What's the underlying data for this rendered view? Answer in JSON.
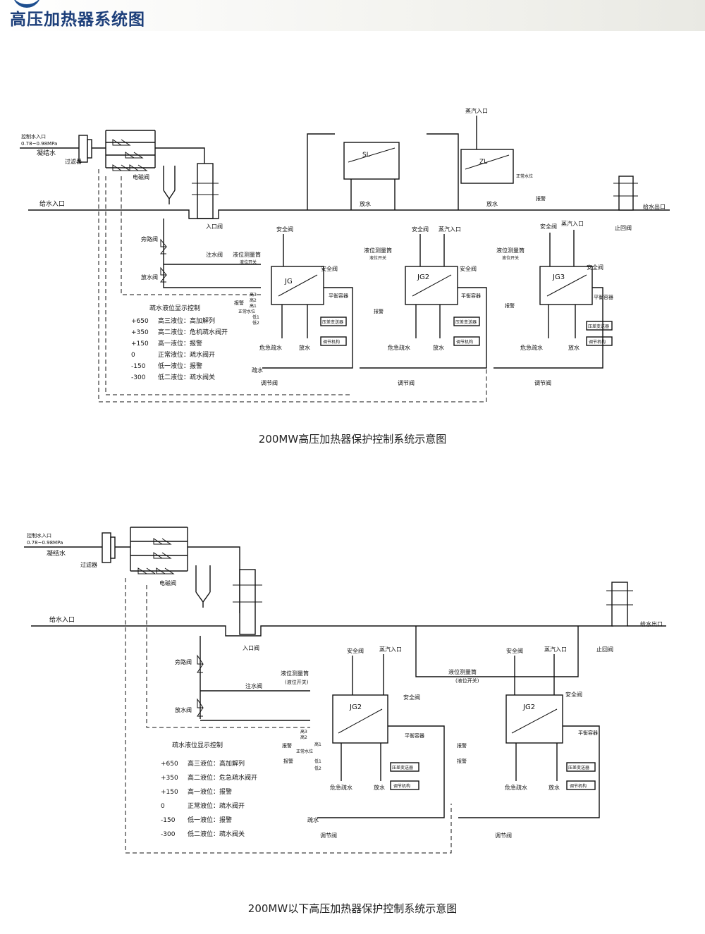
{
  "page_title": "高压加热器系统图",
  "diagram1": {
    "caption": "200MW高压加热器保护控制系统示意图",
    "heaters": [
      "JG",
      "JG2",
      "JG3"
    ],
    "coolers": [
      "SL",
      "ZL"
    ],
    "labels": {
      "source": "控制水入口",
      "pressure": "0.78~0.98MPa",
      "condensate": "凝结水",
      "filter": "过滤器",
      "solenoid": "电磁阀",
      "feed_in": "给水入口",
      "feed_out": "给水出口",
      "inlet_valve": "入口阀",
      "bypass": "旁路阀",
      "fill_valve": "注水阀",
      "drain_valve": "放水阀",
      "safety": "安全阀",
      "steam_in": "蒸汽入口",
      "level_cyl": "液位测量筒",
      "level_switch": "液位开关",
      "balance": "平衡容器",
      "emergency": "危急疏水",
      "drain": "放水",
      "transmitter": "压差变送器",
      "actuator": "调节机构",
      "regulating": "调节阀",
      "drain_water": "疏水",
      "check_valve": "止回阀",
      "alarm": "报警",
      "h3": "高3",
      "h2": "高2",
      "h1": "高1",
      "normal": "正常水位",
      "l1": "低1",
      "l2": "低2"
    },
    "legend_title": "疏水液位显示控制",
    "legend_rows": [
      {
        "value": "+650",
        "text": "高三液位：高加解列"
      },
      {
        "value": "+350",
        "text": "高二液位：危机疏水阀开"
      },
      {
        "value": "+150",
        "text": "高一液位：报警"
      },
      {
        "value": "0",
        "text": "正常液位：疏水阀开"
      },
      {
        "value": "-150",
        "text": "低一液位：报警"
      },
      {
        "value": "-300",
        "text": "低二液位：疏水阀关"
      }
    ]
  },
  "diagram2": {
    "caption": "200MW以下高压加热器保护控制系统示意图",
    "heaters": [
      "JG2",
      "JG2"
    ],
    "labels": {
      "source": "控制水入口",
      "pressure": "0.78~0.98MPa",
      "condensate": "凝结水",
      "filter": "过滤器",
      "solenoid": "电磁阀",
      "feed_in": "给水入口",
      "feed_out": "给水出口",
      "inlet_valve": "入口阀",
      "bypass": "旁路阀",
      "fill_valve": "注水阀",
      "drain_valve": "放水阀",
      "safety": "安全阀",
      "steam_in": "蒸汽入口",
      "level_cyl": "液位测量筒",
      "level_switch": "(液位开关)",
      "balance": "平衡容器",
      "emergency": "危急疏水",
      "drain": "放水",
      "transmitter": "压差变送器",
      "actuator": "调节机构",
      "regulating": "调节阀",
      "drain_water": "疏水",
      "check_valve": "止回阀",
      "alarm": "报警",
      "h3": "高3",
      "h2": "高2",
      "h1": "高1",
      "normal": "正常水位",
      "l1": "低1",
      "l2": "低2"
    },
    "legend_title": "疏水液位显示控制",
    "legend_rows": [
      {
        "value": "+650",
        "text": "高三液位：高加解列"
      },
      {
        "value": "+350",
        "text": "高二液位：危急疏水阀开"
      },
      {
        "value": "+150",
        "text": "高一液位：报警"
      },
      {
        "value": "0",
        "text": "正常液位：疏水阀开"
      },
      {
        "value": "-150",
        "text": "低一液位：报警"
      },
      {
        "value": "-300",
        "text": "低二液位：疏水阀关"
      }
    ]
  }
}
